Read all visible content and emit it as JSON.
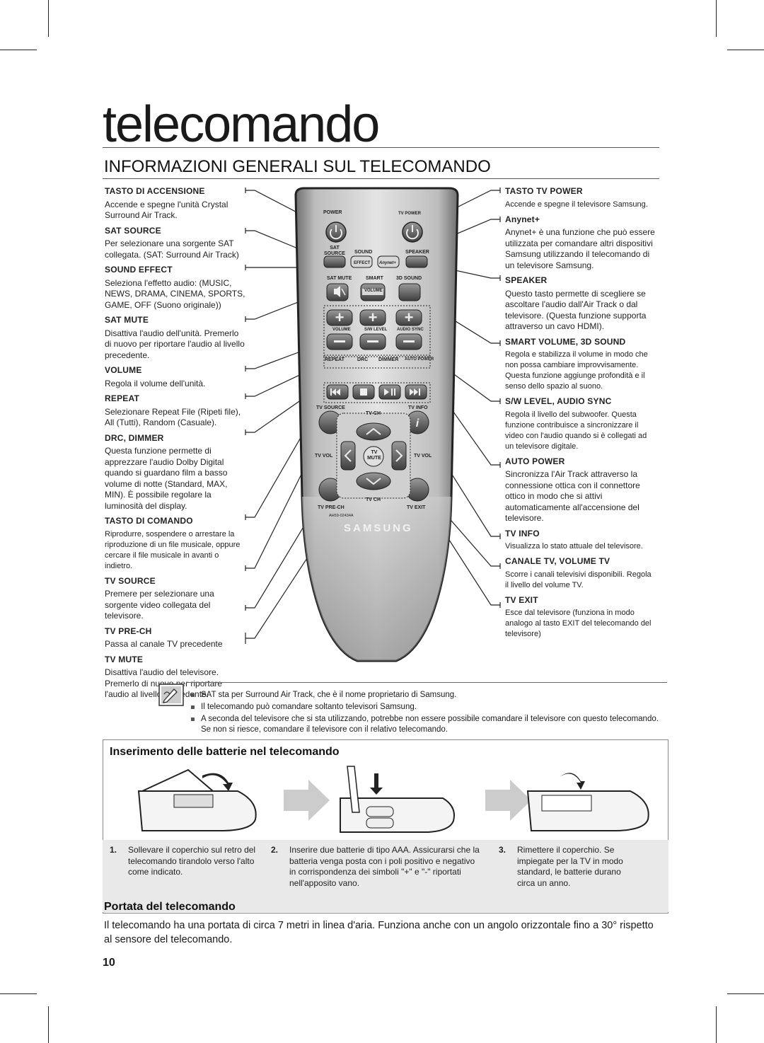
{
  "page": {
    "chapter": "telecomando",
    "section_title": "INFORMAZIONI GENERALI SUL TELECOMANDO",
    "page_number": "10"
  },
  "left_items": [
    {
      "title": "TASTO DI ACCENSIONE",
      "desc": "Accende e spegne l'unità Crystal Surround Air Track."
    },
    {
      "title": "SAT SOURCE",
      "desc": "Per selezionare una sorgente SAT collegata. (SAT: Surround Air Track)"
    },
    {
      "title": "SOUND EFFECT",
      "desc": "Seleziona l'effetto audio: (MUSIC, NEWS, DRAMA, CINEMA, SPORTS, GAME, OFF (Suono originale))"
    },
    {
      "title": "SAT MUTE",
      "desc": "Disattiva l'audio dell'unità. Premerlo di nuovo per riportare l'audio al livello precedente."
    },
    {
      "title": "VOLUME",
      "desc": "Regola il volume dell'unità."
    },
    {
      "title": "REPEAT",
      "desc": "Selezionare Repeat File (Ripeti file), All (Tutti), Random (Casuale)."
    },
    {
      "title": "DRC, DIMMER",
      "desc": "Questa funzione permette di apprezzare l'audio Dolby Digital quando si guardano film a basso volume di notte (Standard, MAX, MIN). È possibile regolare la luminosità del display."
    },
    {
      "title": "TASTO DI COMANDO",
      "desc": "Riprodurre, sospendere o arrestare la riproduzione di un file musicale, oppure cercare il file musicale in avanti o indietro."
    },
    {
      "title": "TV SOURCE",
      "desc": "Premere per selezionare una sorgente video collegata del televisore."
    },
    {
      "title": "TV PRE-CH",
      "desc": "Passa al canale TV precedente"
    },
    {
      "title": "TV MUTE",
      "desc": "Disattiva l'audio del televisore. Premerlo di nuovo per riportare l'audio al livello precedente."
    }
  ],
  "right_items": [
    {
      "title": "TASTO TV POWER",
      "desc": "Accende e spegne il televisore Samsung."
    },
    {
      "title": "Anynet+",
      "desc": "Anynet+ è una funzione che può essere utilizzata per comandare altri dispositivi Samsung utilizzando il telecomando di un televisore Samsung."
    },
    {
      "title": "SPEAKER",
      "desc": "Questo tasto permette di scegliere se ascoltare l'audio dall'Air Track o dal televisore. (Questa funzione supporta attraverso un cavo HDMI)."
    },
    {
      "title": "SMART VOLUME, 3D SOUND",
      "desc": "Regola e stabilizza il volume in modo che non possa cambiare improvvisamente. Questa funzione aggiunge profondità e il senso dello spazio al suono."
    },
    {
      "title": "S/W LEVEL, AUDIO SYNC",
      "desc": "Regola il livello del subwoofer. Questa funzione contribuisce a sincronizzare il video con l'audio quando si è collegati ad un televisore digitale."
    },
    {
      "title": "AUTO POWER",
      "desc": "Sincronizza l'Air Track attraverso la connessione ottica con il connettore ottico in modo che si attivi automaticamente all'accensione del televisore."
    },
    {
      "title": "TV INFO",
      "desc": "Visualizza lo stato attuale del televisore."
    },
    {
      "title": "CANALE TV, VOLUME TV",
      "desc": "Scorre i canali televisivi disponibili. Regola il livello del volume TV."
    },
    {
      "title": "TV EXIT",
      "desc": "Esce dal televisore (funziona in modo analogo al tasto EXIT del telecomando del televisore)"
    }
  ],
  "remote": {
    "power": "POWER",
    "tv_power": "TV POWER",
    "sat_source": "SAT SOURCE",
    "sound": "SOUND",
    "effect": "EFFECT",
    "anynet": "Anynet+",
    "speaker": "SPEAKER",
    "sat_mute": "SAT MUTE",
    "smart": "SMART",
    "volume": "VOLUME",
    "sound3d": "3D SOUND",
    "volume_lbl": "VOLUME",
    "sw_level": "S/W LEVEL",
    "audio_sync": "AUDIO SYNC",
    "repeat": "REPEAT",
    "drc": "DRC",
    "dimmer": "DIMMER",
    "auto_power": "AUTO POWER",
    "tv_source": "TV SOURCE",
    "tv_ch_top": "TV CH",
    "tv_info": "TV INFO",
    "tv_vol_left": "TV VOL",
    "tv_mute": "TV MUTE",
    "tv_vol_right": "TV VOL",
    "tv_pre_ch": "TV PRE-CH",
    "tv_ch_bottom": "TV CH",
    "tv_exit": "TV EXIT",
    "model": "AH59-02434A",
    "brand": "SAMSUNG"
  },
  "notes": [
    "SAT sta per Surround Air Track, che è il nome proprietario di Samsung.",
    "Il telecomando può comandare soltanto televisori Samsung.",
    "A seconda del televisore che si sta utilizzando, potrebbe non essere possibile comandare il televisore con questo telecomando. Se non si riesce, comandare il televisore con il relativo telecomando."
  ],
  "batteries": {
    "title": "Inserimento delle batterie nel telecomando",
    "steps": [
      {
        "num": "1.",
        "text": "Sollevare il coperchio sul retro del telecomando tirandolo verso l'alto come indicato."
      },
      {
        "num": "2.",
        "text": "Inserire due batterie di tipo AAA. Assicurarsi che la batteria venga posta con i poli positivo e negativo in corrispondenza dei simboli \"+\" e \"-\" riportati nell'apposito vano."
      },
      {
        "num": "3.",
        "text": "Rimettere il coperchio. Se impiegate per la TV in modo standard, le batterie durano circa un anno."
      }
    ]
  },
  "range": {
    "title": "Portata del telecomando",
    "text": "Il telecomando ha una portata di circa 7 metri in linea d'aria. Funziona anche con un angolo orizzontale fino a 30° rispetto al sensore del telecomando."
  }
}
